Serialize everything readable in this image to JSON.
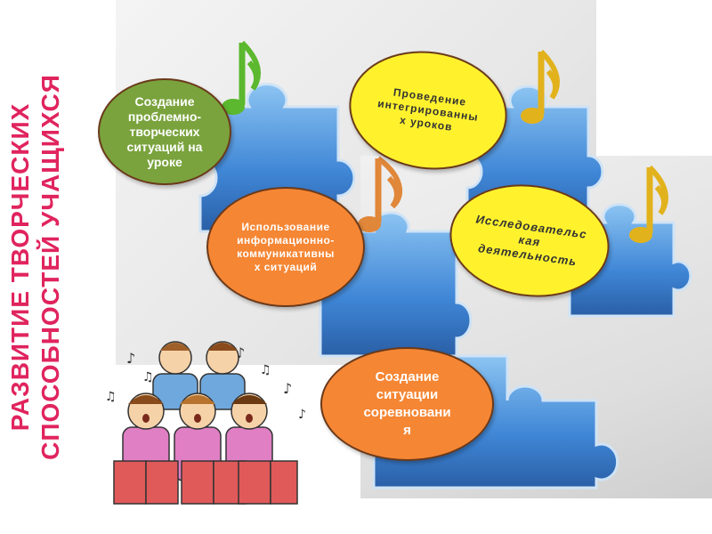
{
  "title": {
    "line1": "РАЗВИТИЕ  ТВОРЧЕСКИХ",
    "line2": "СПОСОБНОСТЕЙ  УЧАЩИХСЯ"
  },
  "bubbles": [
    {
      "text": "Создание\nпроблемно-\nтворческих\nситуаций на\nуроке",
      "color": "#7aa33d"
    },
    {
      "text": "Проведение\nинтегрированны\nх уроков",
      "color": "#fff22d"
    },
    {
      "text": "Использование\nинформационно-\nкоммуникативны\nх ситуаций",
      "color": "#f58634"
    },
    {
      "text": "Исследовательс\nкая\nдеятельность",
      "color": "#fff22d"
    },
    {
      "text": "Создание\nситуации\nсоревновани\nя",
      "color": "#f58634"
    }
  ],
  "colors": {
    "title": "#e0245e",
    "puzzle": "#4a90d9",
    "note_green": "#5cb82e",
    "note_gold": "#e2b21c",
    "note_orange": "#e0873a"
  },
  "icons": [
    "puzzle-piece-icon",
    "music-note-icon",
    "singing-choir-illustration"
  ]
}
